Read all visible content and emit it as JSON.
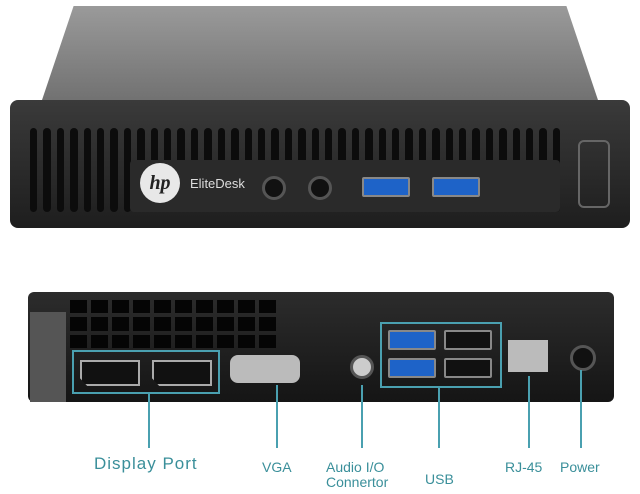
{
  "front": {
    "logo": "hp",
    "brand": "EliteDesk"
  },
  "labels": {
    "display_port": "Display Port",
    "vga": "VGA",
    "audio": "Audio I/O\nConnertor",
    "usb": "USB",
    "rj45": "RJ-45",
    "power": "Power"
  },
  "accent": "#3a8f9a"
}
